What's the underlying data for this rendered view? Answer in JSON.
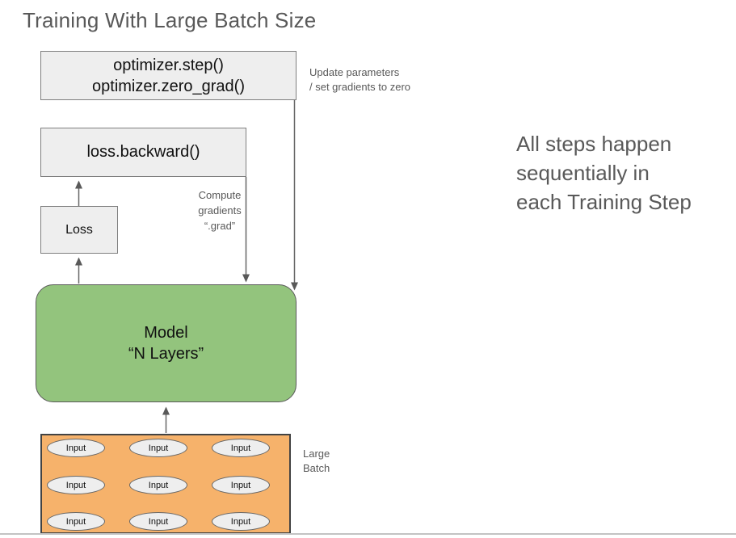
{
  "title": "Training With Large Batch Size",
  "boxes": {
    "optimizer": {
      "line1": "optimizer.step()",
      "line2": "optimizer.zero_grad()"
    },
    "backward": {
      "label": "loss.backward()"
    },
    "loss": {
      "label": "Loss"
    },
    "model": {
      "line1": "Model",
      "line2": "“N Layers”"
    }
  },
  "annotations": {
    "optimizer_note": {
      "line1": "Update parameters",
      "line2": "/ set gradients to zero"
    },
    "gradients_note": {
      "line1": "Compute",
      "line2": "gradients",
      "line3": "“.grad”"
    },
    "batch_note": {
      "line1": "Large",
      "line2": "Batch"
    },
    "side_note": {
      "line1": "All steps happen",
      "line2": "sequentially in",
      "line3": "each Training Step"
    }
  },
  "batch": {
    "inputs": [
      "Input",
      "Input",
      "Input",
      "Input",
      "Input",
      "Input",
      "Input",
      "Input",
      "Input"
    ]
  },
  "colors": {
    "model_fill": "#93c47d",
    "batch_fill": "#f6b26b",
    "node_fill": "#eeeeee",
    "text_gray": "#595959",
    "connector": "#666666"
  }
}
